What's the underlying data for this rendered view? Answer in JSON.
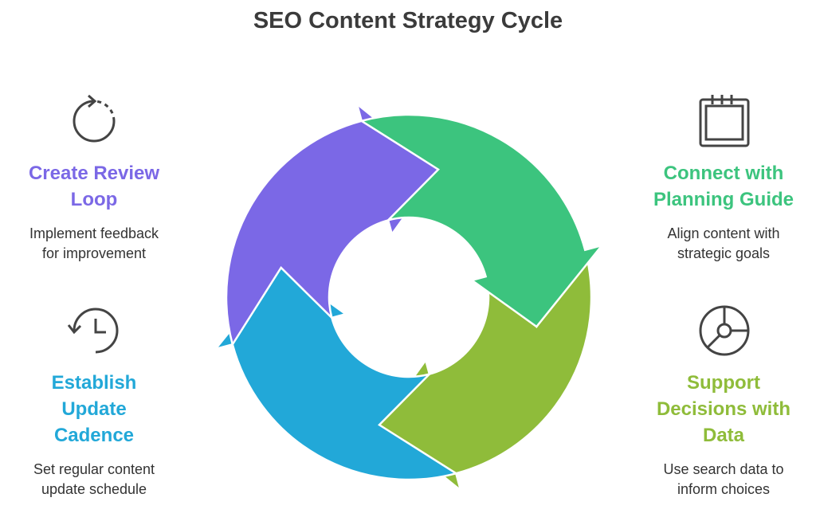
{
  "title": "SEO Content Strategy Cycle",
  "steps": [
    {
      "heading": "Connect with Planning Guide",
      "lines": [
        "Connect with",
        "Planning Guide"
      ],
      "desc": [
        "Align content with",
        "strategic goals"
      ],
      "color": "#3CC47E",
      "icon": "calendar-icon"
    },
    {
      "heading": "Support Decisions with Data",
      "lines": [
        "Support",
        "Decisions with",
        "Data"
      ],
      "desc": [
        "Use search data to",
        "inform choices"
      ],
      "color": "#8FBC3A",
      "icon": "pie-chart-icon"
    },
    {
      "heading": "Establish Update Cadence",
      "lines": [
        "Establish",
        "Update",
        "Cadence"
      ],
      "desc": [
        "Set regular content",
        "update schedule"
      ],
      "color": "#22A8D8",
      "icon": "history-clock-icon"
    },
    {
      "heading": "Create Review Loop",
      "lines": [
        "Create Review",
        "Loop"
      ],
      "desc": [
        "Implement feedback",
        "for improvement"
      ],
      "color": "#7B68E6",
      "icon": "refresh-icon"
    }
  ]
}
